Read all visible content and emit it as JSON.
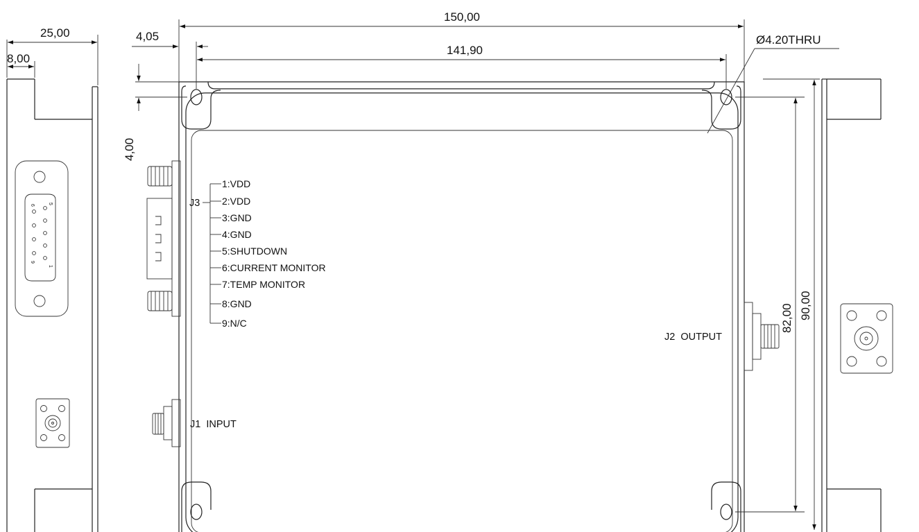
{
  "dimensions": {
    "overall_width": "150,00",
    "hole_spacing_x": "141,90",
    "hole_offset_x": "4,05",
    "hole_offset_y": "4,00",
    "hole_spec": "Ø4.20THRU",
    "hole_spacing_y": "82,00",
    "overall_height": "90,00",
    "side_depth": "25,00",
    "side_flange": "8,00"
  },
  "connectors": {
    "j3": "J3",
    "j1": "J1  INPUT",
    "j2": "J2  OUTPUT"
  },
  "j3_pins": [
    "1:VDD",
    "2:VDD",
    "3:GND",
    "4:GND",
    "5:SHUTDOWN",
    "6:CURRENT MONITOR",
    "7:TEMP MONITOR",
    "8:GND",
    "9:N/C"
  ],
  "dsub_pin_marks": {
    "top_left": "6",
    "top_right": "5",
    "bottom_left": "9",
    "bottom_right": "1"
  }
}
